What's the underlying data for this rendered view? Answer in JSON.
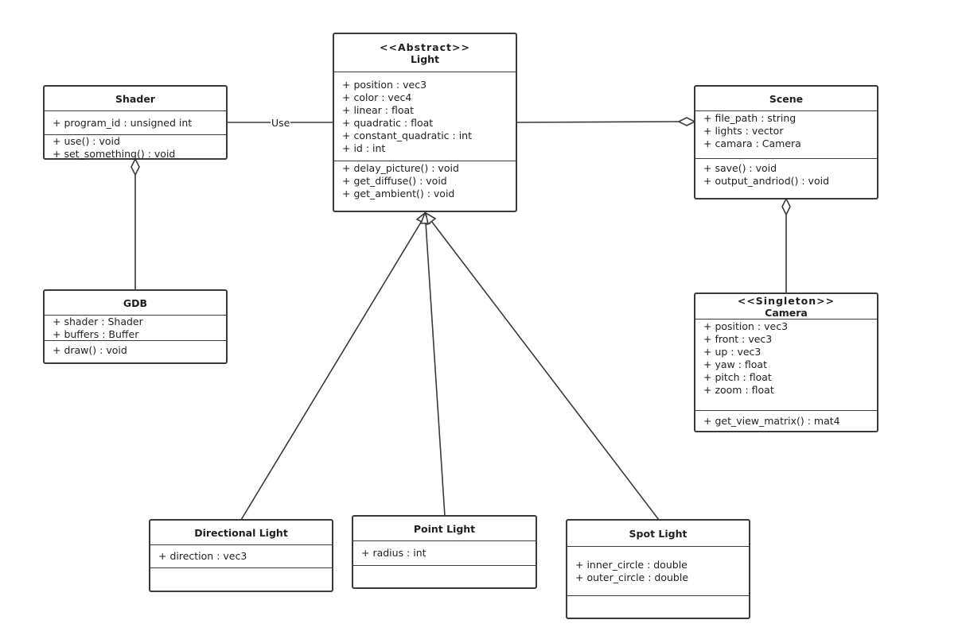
{
  "classes": {
    "light": {
      "stereotype": "<<Abstract>>",
      "name": "Light",
      "attributes": [
        "+ position : vec3",
        "+ color : vec4",
        "+ linear : float",
        "+ quadratic : float",
        "+ constant_quadratic : int",
        "+ id : int"
      ],
      "methods": [
        "+ delay_picture() : void",
        "+ get_diffuse() : void",
        "+ get_ambient() : void"
      ]
    },
    "shader": {
      "name": "Shader",
      "attributes": [
        "+ program_id : unsigned int"
      ],
      "methods": [
        "+ use() : void",
        "+ set_something() : void"
      ]
    },
    "scene": {
      "name": "Scene",
      "attributes": [
        "+ file_path : string",
        "+ lights : vector",
        "+ camara : Camera"
      ],
      "methods": [
        "+ save() : void",
        "+ output_andriod() : void"
      ]
    },
    "gdb": {
      "name": "GDB",
      "attributes": [
        "+ shader : Shader",
        "+ buffers : Buffer"
      ],
      "methods": [
        "+ draw() : void"
      ]
    },
    "camera": {
      "stereotype": "<<Singleton>>",
      "name": "Camera",
      "attributes": [
        "+ position : vec3",
        "+ front : vec3",
        "+ up : vec3",
        "+ yaw : float",
        "+ pitch : float",
        "+ zoom : float"
      ],
      "methods": [
        "+ get_view_matrix() : mat4"
      ]
    },
    "directional_light": {
      "name": "Directional Light",
      "attributes": [
        "+ direction : vec3"
      ],
      "methods": []
    },
    "point_light": {
      "name": "Point Light",
      "attributes": [
        "+ radius : int"
      ],
      "methods": []
    },
    "spot_light": {
      "name": "Spot Light",
      "attributes": [
        "+ inner_circle : double",
        "+ outer_circle : double"
      ],
      "methods": []
    }
  },
  "relations": {
    "use_label": "Use"
  },
  "colors": {
    "line": "#3a3a3a",
    "text": "#1f1f1f",
    "background": "#ffffff"
  }
}
